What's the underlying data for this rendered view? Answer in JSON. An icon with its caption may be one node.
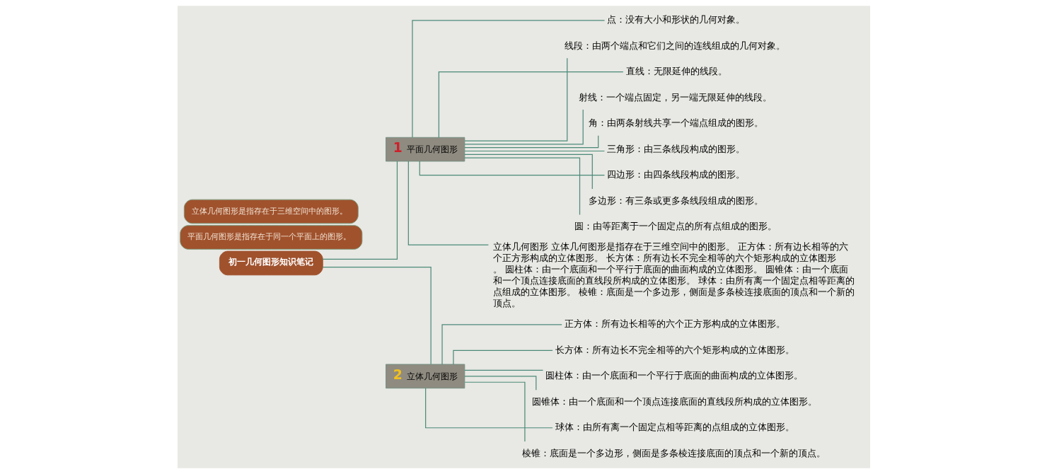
{
  "diagram": {
    "nodes": [
      {
        "text": [
          "初一几何图形知识笔记"
        ]
      },
      {
        "text": [
          "1",
          "平面几何图形"
        ]
      },
      {
        "text": [
          "点：没有大小和形状的几何对象。"
        ]
      },
      {
        "text": [
          "线段：由两个端点和它们之间的连线组成的几何对象。"
        ]
      },
      {
        "text": [
          "直线：无限延伸的线段。"
        ]
      },
      {
        "text": [
          "射线：一个端点固定，另一端无限延伸的线段。"
        ]
      },
      {
        "text": [
          "角：由两条射线共享一个端点组成的图形。"
        ]
      },
      {
        "text": [
          "三角形：由三条线段构成的图形。"
        ]
      },
      {
        "text": [
          "四边形：由四条线段构成的图形。"
        ]
      },
      {
        "text": [
          "多边形：有三条或更多条线段组成的图形。"
        ]
      },
      {
        "text": [
          "圆：由等距离于一个固定点的所有点组成的图形。"
        ]
      },
      {
        "text": [
          "立体几何图形 立体几何图形是指存在于三维空间中的图形。 正方体：所有边长相等的六个正方形构成的立体图形。 长方体：所有边长不完全相等的六个矩形构成的立体图形。 圆柱体：由一个底面和一个平行于底面的曲面构成的立体图形。 圆锥体：由一个底面和一个顶点连接底面的直线段所构成的立体图形。 球体：由所有离一个固定点相等距离的点组成的立体图形。 棱锥：底面是一个多边形，侧面是多条棱连接底面的顶点和一个新的顶点。"
        ]
      },
      {
        "text": [
          "平面几何图形是指存在于同一个平面上的图形。"
        ]
      },
      {
        "text": [
          "2",
          "立体几何图形"
        ]
      },
      {
        "text": [
          "正方体：所有边长相等的六个正方形构成的立体图形。"
        ]
      },
      {
        "text": [
          "长方体：所有边长不完全相等的六个矩形构成的立体图形。"
        ]
      },
      {
        "text": [
          "圆柱体：由一个底面和一个平行于底面的曲面构成的立体图形。"
        ]
      },
      {
        "text": [
          "圆锥体：由一个底面和一个顶点连接底面的直线段所构成的立体图形。"
        ]
      },
      {
        "text": [
          "球体：由所有离一个固定点相等距离的点组成的立体图形。"
        ]
      },
      {
        "text": [
          "棱锥：底面是一个多边形，侧面是多条棱连接底面的顶点和一个新的顶点。"
        ]
      },
      {
        "text": [
          "立体几何图形是指存在于三维空间中的图形。"
        ]
      }
    ],
    "edges": [
      {
        "from": 0,
        "to": 1,
        "arrow": "none"
      },
      {
        "from": 0,
        "to": 13,
        "arrow": "none"
      },
      {
        "from": 1,
        "to": 2,
        "arrow": "none"
      },
      {
        "from": 1,
        "to": 3,
        "arrow": "none"
      },
      {
        "from": 1,
        "to": 4,
        "arrow": "none"
      },
      {
        "from": 1,
        "to": 5,
        "arrow": "none"
      },
      {
        "from": 1,
        "to": 6,
        "arrow": "none"
      },
      {
        "from": 1,
        "to": 7,
        "arrow": "none"
      },
      {
        "from": 1,
        "to": 8,
        "arrow": "none"
      },
      {
        "from": 1,
        "to": 9,
        "arrow": "none"
      },
      {
        "from": 1,
        "to": 10,
        "arrow": "none"
      },
      {
        "from": 1,
        "to": 11,
        "arrow": "none"
      },
      {
        "from": 13,
        "to": 14,
        "arrow": "none"
      },
      {
        "from": 13,
        "to": 15,
        "arrow": "none"
      },
      {
        "from": 13,
        "to": 16,
        "arrow": "none"
      },
      {
        "from": 13,
        "to": 17,
        "arrow": "none"
      },
      {
        "from": 13,
        "to": 18,
        "arrow": "none"
      },
      {
        "from": 13,
        "to": 19,
        "arrow": "none"
      }
    ]
  }
}
